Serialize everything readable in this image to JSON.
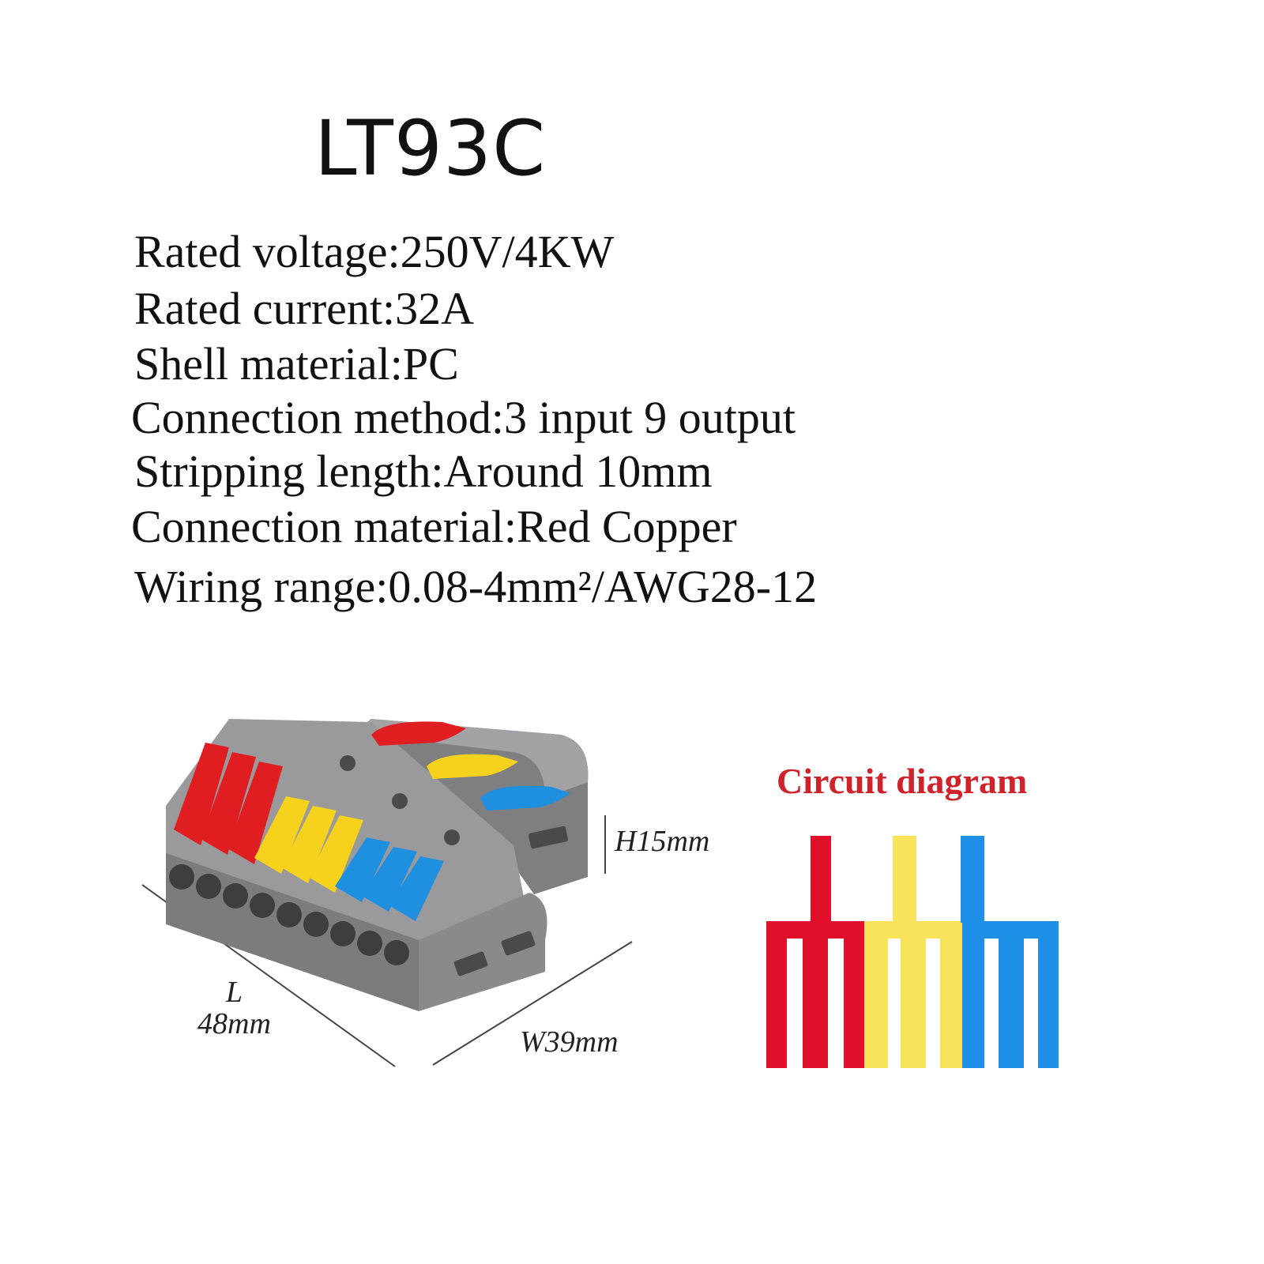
{
  "title": "LT93C",
  "specs": [
    {
      "key": "Rated voltage:",
      "value": "250V/4KW"
    },
    {
      "key": "Rated current:",
      "value": "32A"
    },
    {
      "key": "Shell material:",
      "value": "PC"
    },
    {
      "key": "Connection method:",
      "value": "3 input 9 output"
    },
    {
      "key": "Stripping length:",
      "value": "Around 10mm"
    },
    {
      "key": "Connection material:",
      "value": "Red Copper"
    },
    {
      "key": "Wiring range:",
      "value": "0.08-4mm²/AWG28-12"
    }
  ],
  "dimensions": {
    "length_label": "L",
    "length_value": "48mm",
    "width": "W39mm",
    "height": "H15mm"
  },
  "circuit": {
    "title": "Circuit diagram",
    "colors": [
      "#e0102a",
      "#f9e35a",
      "#1e90e8"
    ]
  },
  "product_colors": {
    "housing": "#8e8e90",
    "red": "#e01e22",
    "yellow": "#f7d21c",
    "blue": "#1f8fe0"
  }
}
